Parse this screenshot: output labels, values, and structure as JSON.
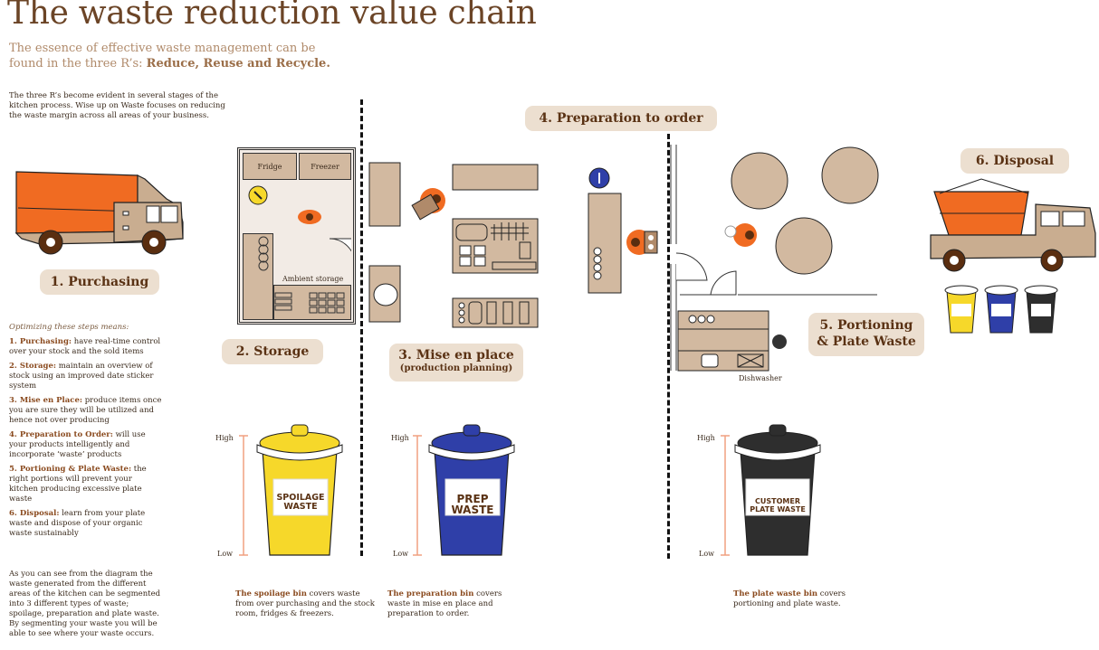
{
  "header": {
    "title": "The waste reduction value chain",
    "subtitle_plain": "The essence of effective waste management can be found in the three R’s: ",
    "subtitle_bold": "Reduce, Reuse and Recycle."
  },
  "intro": "The three R’s become evident in several stages of the kitchen process. Wise up on Waste focuses on reducing the waste margin across all areas of your business.",
  "optimizing": {
    "heading": "Optimizing these steps means:",
    "items": [
      {
        "label": "1. Purchasing:",
        "text": " have real-time control over your stock and the sold items"
      },
      {
        "label": "2. Storage:",
        "text": " maintain an overview of stock using an improved date sticker system"
      },
      {
        "label": "3. Mise en Place:",
        "text": " produce items once you are sure they will be utilized and hence not over producing"
      },
      {
        "label": "4. Preparation to Order:",
        "text": " will use your products intelligently and incorporate ‘waste’ products"
      },
      {
        "label": "5. Portioning & Plate Waste:",
        "text": " the right portions will prevent your kitchen producing excessive plate waste"
      },
      {
        "label": "6. Disposal:",
        "text": " learn from your plate waste and dispose of your organic waste sustainably"
      }
    ]
  },
  "outro": "As you can see from the diagram the waste generated from the different areas of the kitchen can be segmented into 3 different types of waste; spoilage, preparation and plate waste. By segmenting your waste you will be able to see where your waste occurs.",
  "stages": [
    {
      "label": "1. Purchasing"
    },
    {
      "label": "2. Storage"
    },
    {
      "label": "3. Mise en place",
      "sub": "(production planning)"
    },
    {
      "label": "4.  Preparation to order"
    },
    {
      "label": "5. Portioning",
      "label2": "& Plate Waste"
    },
    {
      "label": "6. Disposal"
    }
  ],
  "floorplan_labels": {
    "fridge": "Fridge",
    "freezer": "Freezer",
    "ambient": "Ambient storage",
    "dishwasher": "Dishwasher"
  },
  "bins": [
    {
      "line1": "SPOILAGE",
      "line2": "WASTE",
      "color": "#f6d82a",
      "caption_bold": "The spoilage bin",
      "caption": " covers waste from over purchasing and the stock room, fridges & freezers."
    },
    {
      "line1": "PREP",
      "line2": "WASTE",
      "color": "#2f3fa8",
      "caption_bold": "The preparation bin",
      "caption": " covers waste in mise en place and preparation to order."
    },
    {
      "line1": "CUSTOMER",
      "line2": "PLATE WASTE",
      "color": "#2e2e2e",
      "caption_bold": "The plate waste bin",
      "caption": " covers portioning and plate waste."
    }
  ],
  "scale": {
    "high": "High",
    "low": "Low"
  },
  "colors": {
    "brown_text": "#5a3214",
    "pill_bg": "#ecdfd0",
    "furniture": "#d2b9a0",
    "orange": "#f06b22",
    "scale_line": "#f0a080"
  }
}
